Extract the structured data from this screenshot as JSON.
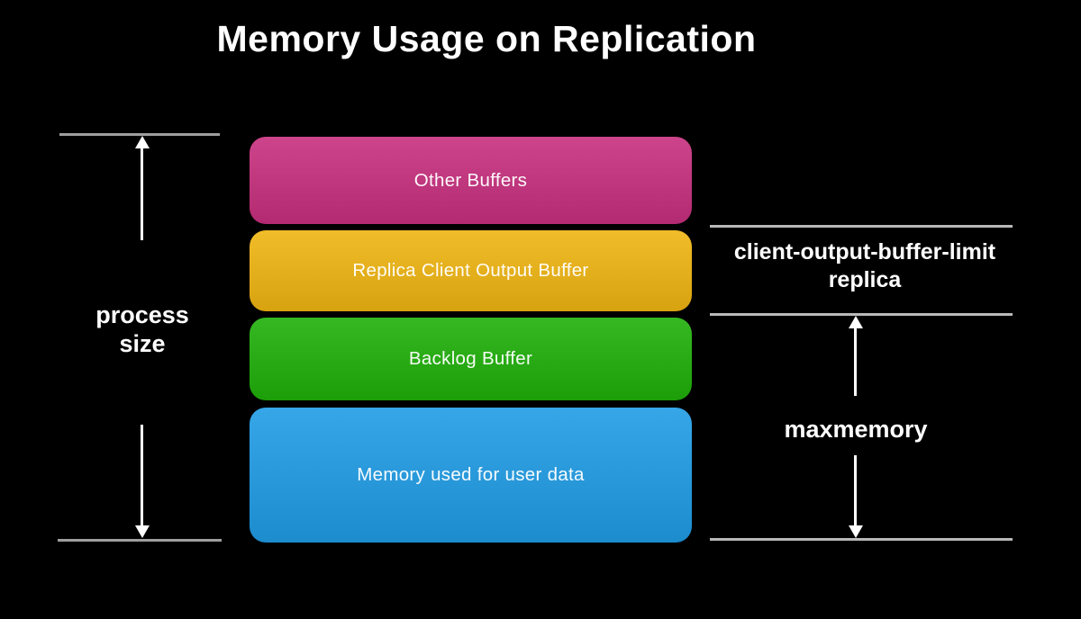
{
  "title": "Memory Usage on Replication",
  "blocks": [
    {
      "label": "Other Buffers",
      "color": "#c72f7e"
    },
    {
      "label": "Replica Client Output Buffer",
      "color": "#f0b511"
    },
    {
      "label": "Backlog Buffer",
      "color": "#1fb009"
    },
    {
      "label": "Memory used for user data",
      "color": "#1f9ce5"
    }
  ],
  "left_measure": {
    "label": "process size"
  },
  "right_measure": {
    "limit_label_line1": "client-output-buffer-limit",
    "limit_label_line2": "replica",
    "max_label": "maxmemory"
  },
  "colors": {
    "background": "#000000",
    "text": "#ffffff",
    "arrow": "#ffffff",
    "line_left": "#9e9e9e",
    "line_right": "#b8b8b8"
  }
}
